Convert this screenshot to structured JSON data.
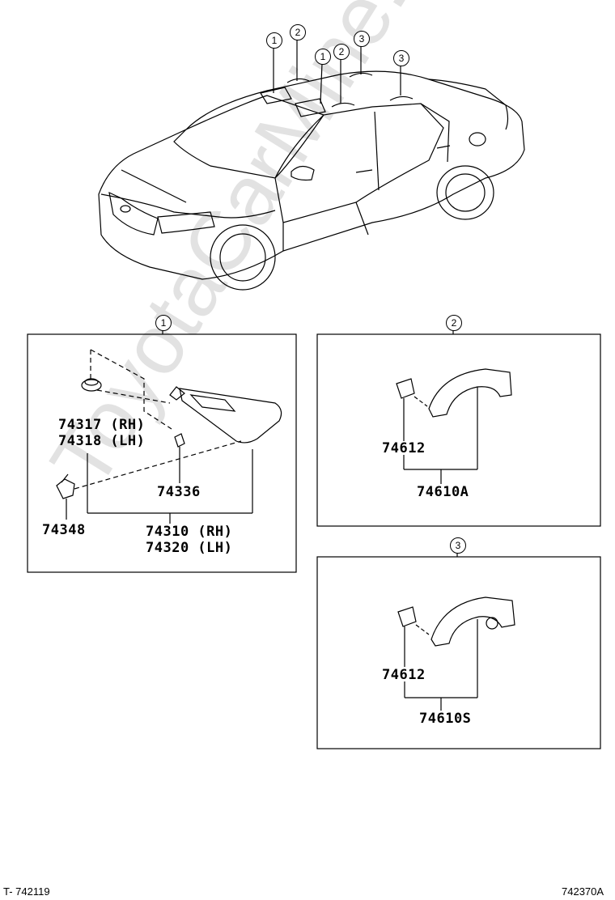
{
  "watermark": "ToyotaCarMine.ru",
  "overview_callouts": [
    "1",
    "2",
    "1",
    "2",
    "3",
    "3"
  ],
  "panels": {
    "p1": {
      "callout": "1",
      "parts": [
        "74317 (RH)",
        "74318 (LH)",
        "74336",
        "74348",
        "74310 (RH)",
        "74320 (LH)"
      ]
    },
    "p2": {
      "callout": "2",
      "parts": [
        "74612",
        "74610A"
      ]
    },
    "p3": {
      "callout": "3",
      "parts": [
        "74612",
        "74610S"
      ]
    }
  },
  "footer": {
    "left_ref": "T- 742119",
    "right_ref": "742370A"
  }
}
